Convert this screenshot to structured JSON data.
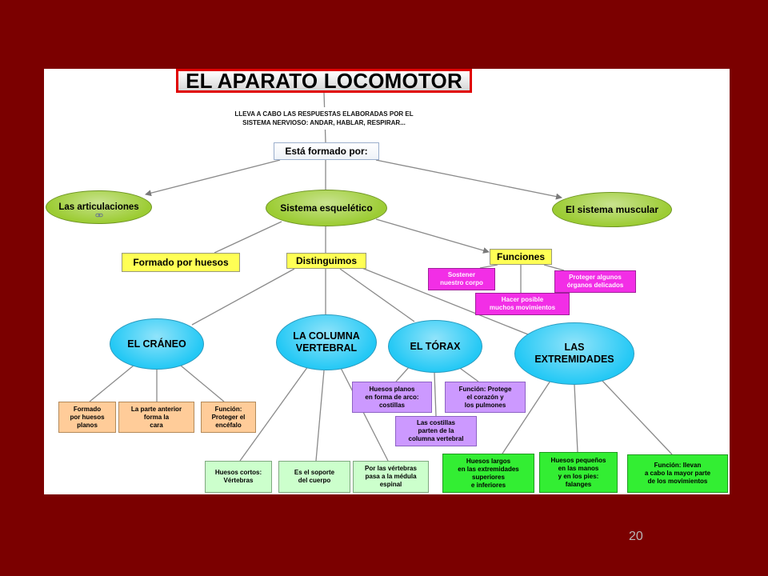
{
  "slide": {
    "page_number": "20"
  },
  "colors": {
    "slide_background": "#7b0000",
    "title_border": "#e00000",
    "system_oval": "#9ccc33",
    "label_yellow": "#ffff55",
    "function_magenta": "#f22ee6",
    "part_cyan": "#22c8f5",
    "skull_peach": "#ffcc99",
    "thorax_lavender": "#cc99ff",
    "spine_mint": "#ccffcc",
    "limbs_green": "#33ee33",
    "connector": "#8a8a8a"
  },
  "icons": {
    "articulaciones_link": "link-icon"
  },
  "map": {
    "title": "EL APARATO LOCOMOTOR",
    "title_link": "LLEVA A CABO LAS RESPUESTAS ELABORADAS POR EL\nSISTEMA NERVIOSO: ANDAR, HABLAR, RESPIRAR...",
    "root_link": "Está formado por:",
    "systems": {
      "articulaciones": "Las articulaciones",
      "esqueletico": "Sistema esquelético",
      "muscular": "El sistema muscular"
    },
    "esqueletico": {
      "formado": "Formado por huesos",
      "distinguimos": "Distinguimos",
      "funciones_label": "Funciones",
      "funciones": [
        "Sostener\nnuestro corpo",
        "Proteger algunos\nórganos delicados",
        "Hacer posible\nmuchos movimientos"
      ]
    },
    "parts": [
      {
        "label": "EL CRÁNEO",
        "details": [
          "Formado\npor huesos\nplanos",
          "La parte anterior\nforma la\ncara",
          "Función:\nProteger el\nencéfalo"
        ]
      },
      {
        "label": "LA COLUMNA\nVERTEBRAL",
        "details": [
          "Huesos cortos:\nVértebras",
          "Es el soporte\ndel cuerpo",
          "Por las vértebras\npasa a la médula\nespinal"
        ]
      },
      {
        "label": "EL TÓRAX",
        "details": [
          "Huesos planos\nen forma de arco:\ncostillas",
          "Función: Protege\nel corazón y\nlos pulmones",
          "Las costillas\nparten de la\ncolumna vertebral"
        ]
      },
      {
        "label": "LAS\nEXTREMIDADES",
        "details": [
          "Huesos largos\nen las extremidades\nsuperiores\ne inferiores",
          "Huesos pequeños\nen las manos\ny en los pies:\nfalanges",
          "Función: llevan\na cabo la mayor parte\nde los movimientos"
        ]
      }
    ]
  }
}
